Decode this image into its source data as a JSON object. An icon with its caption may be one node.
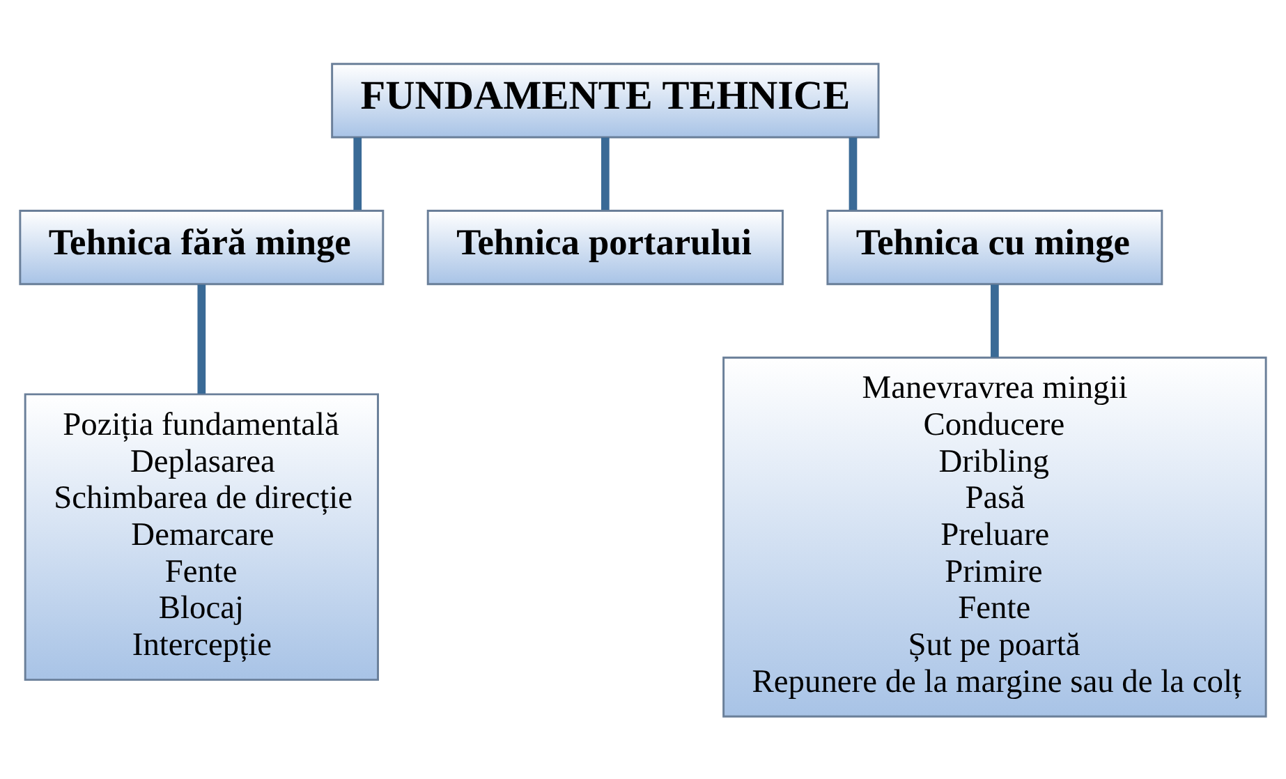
{
  "diagram": {
    "nodes": [
      {
        "text": [
          "FUNDAMENTE TEHNICE"
        ]
      },
      {
        "text": [
          "Tehnica fără minge"
        ]
      },
      {
        "text": [
          "Tehnica portarului"
        ]
      },
      {
        "text": [
          "Tehnica cu minge"
        ]
      },
      {
        "text": [
          "Poziția fundamentală",
          "Deplasarea",
          "Schimbarea de direcție",
          "Demarcare",
          "Fente",
          "Blocaj",
          "Intercepție"
        ]
      },
      {
        "text": [
          "Manevravrea mingii",
          "Conducere",
          "Dribling",
          "Pasă",
          "Preluare",
          "Primire",
          "Fente",
          "Șut pe poartă",
          "Repunere de la margine sau de la colț"
        ]
      }
    ],
    "edges": [
      {
        "from": 0,
        "to": 1,
        "arrow": "none"
      },
      {
        "from": 0,
        "to": 2,
        "arrow": "none"
      },
      {
        "from": 0,
        "to": 3,
        "arrow": "none"
      },
      {
        "from": 1,
        "to": 4,
        "arrow": "none"
      },
      {
        "from": 3,
        "to": 5,
        "arrow": "none"
      }
    ]
  }
}
